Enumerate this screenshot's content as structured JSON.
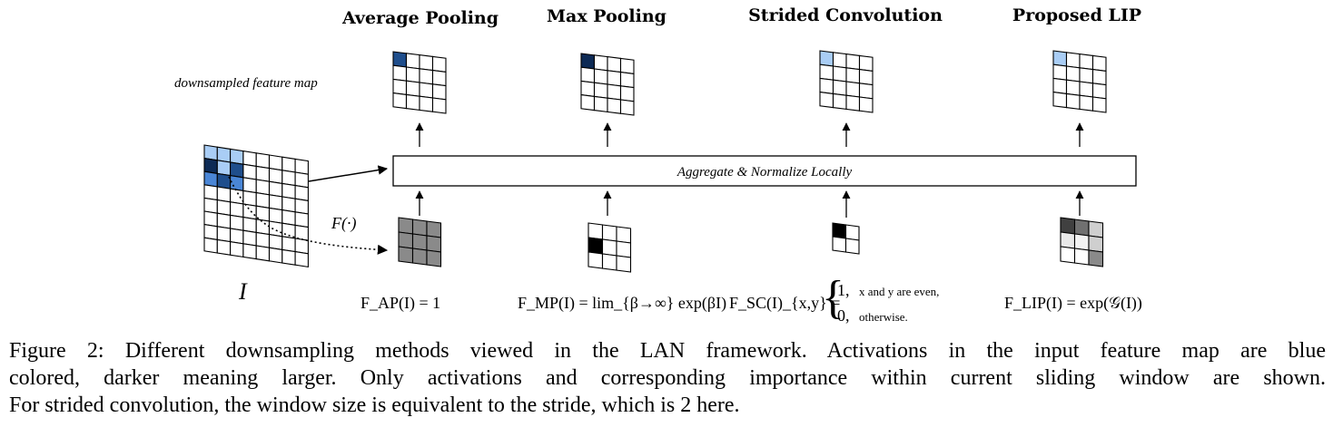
{
  "titles": {
    "average_pooling": "Average Pooling",
    "max_pooling": "Max Pooling",
    "strided_convolution": "Strided Convolution",
    "proposed_lip": "Proposed LIP"
  },
  "labels": {
    "downsampled_feature_map": "downsampled feature map",
    "aggregate_box": "Aggregate & Normalize Locally",
    "input_symbol": "I",
    "importance_function": "F(·)"
  },
  "formulas": {
    "ap": "F_AP(I) = 1",
    "mp": "F_MP(I) = lim_{β→∞} exp(βI)",
    "sc_lhs": "F_SC(I)_{x,y} =",
    "sc_case1_value": "1,",
    "sc_case1_cond": "x and y are even,",
    "sc_case2_value": "0,",
    "sc_case2_cond": "otherwise.",
    "lip": "F_LIP(I) = exp(𝒢(I))"
  },
  "caption": {
    "line1": "Figure 2: Different downsampling methods viewed in the LAN framework. Activations in the input feature map are blue",
    "line2": "colored, darker meaning larger. Only activations and corresponding importance within current sliding window are shown.",
    "line3": "For strided convolution, the window size is equivalent to the stride, which is 2 here."
  },
  "colors": {
    "dark_blue": "#1f4e8c",
    "mid_blue": "#4a86d6",
    "light_blue": "#a9cdf5",
    "near_black_blue": "#0d2a55",
    "gray": "#8a8a8a",
    "dark_gray": "#404040",
    "light_gray": "#cfcfcf"
  }
}
